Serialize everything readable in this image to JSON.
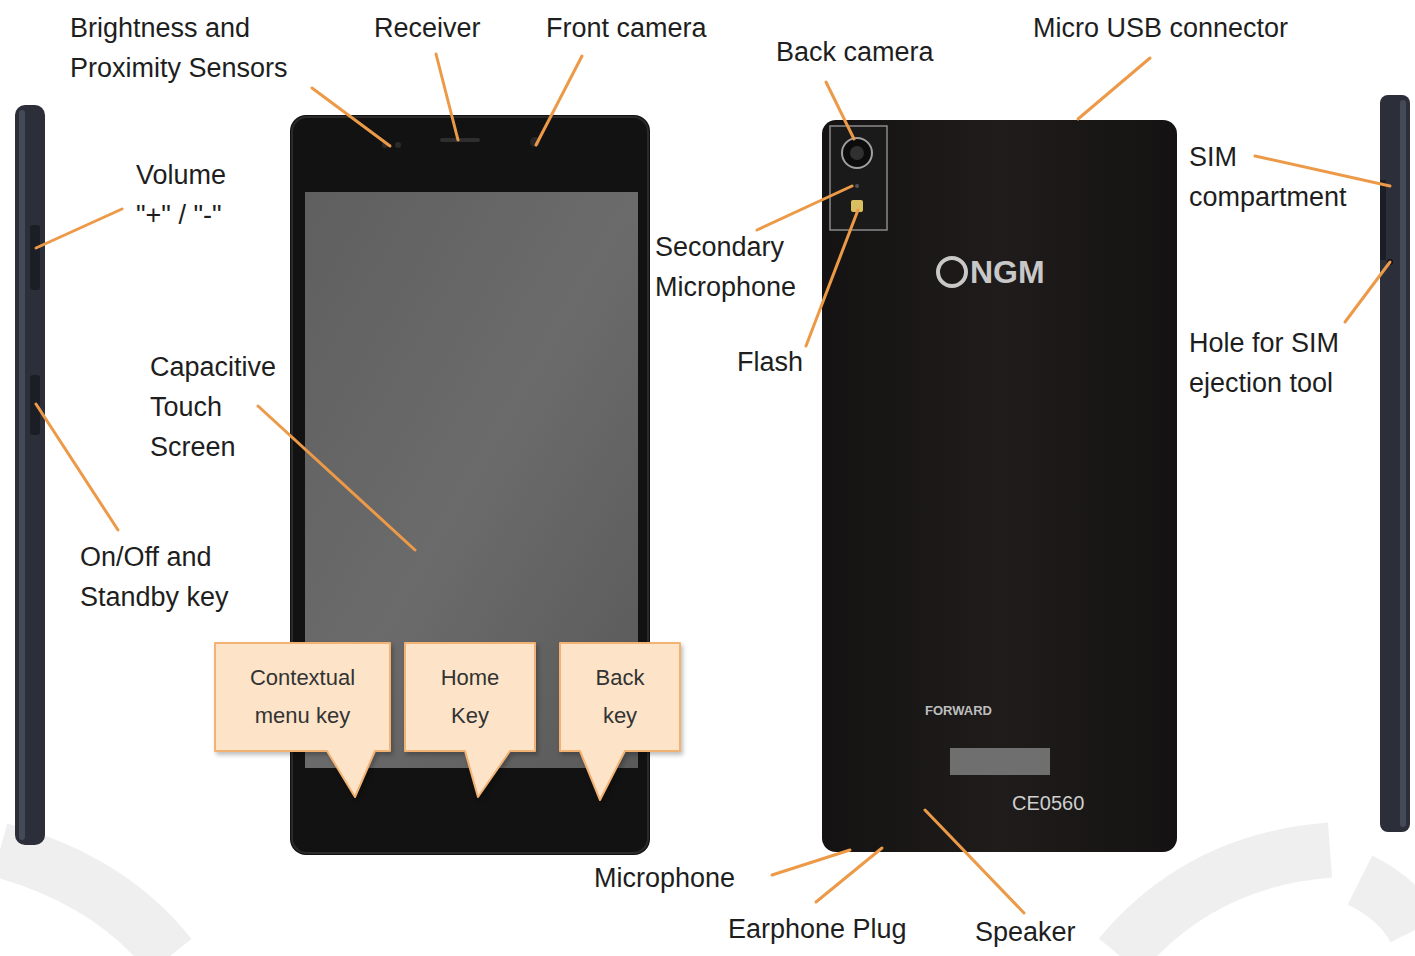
{
  "diagram": {
    "nodes": [
      {
        "text": [
          "Contextual menu key"
        ]
      },
      {
        "text": [
          "Home Key"
        ]
      },
      {
        "text": [
          "Back key"
        ]
      }
    ],
    "labels": [
      "Brightness and Proximity Sensors",
      "Receiver",
      "Front camera",
      "Back camera",
      "Micro USB connector",
      "Volume \"+\" / \"-\"",
      "SIM compartment",
      "Secondary Microphone",
      "Flash",
      "Hole for SIM ejection tool",
      "Capacitive Touch Screen",
      "On/Off and Standby key",
      "Microphone",
      "Earphone Plug",
      "Speaker",
      "NGM",
      "FORWARD",
      "CE0560"
    ]
  }
}
